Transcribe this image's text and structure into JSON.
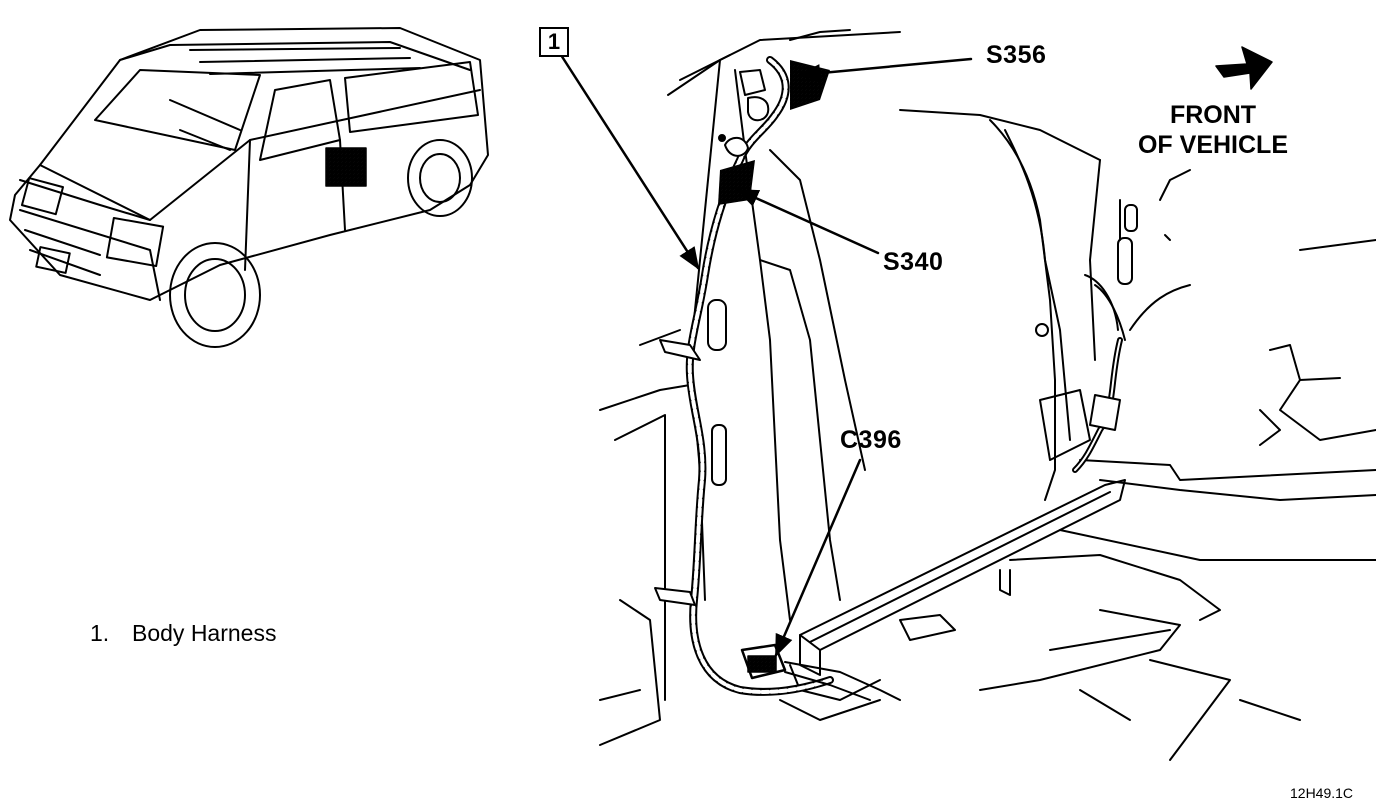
{
  "diagram": {
    "callout_box": "1",
    "labels": {
      "s356": "S356",
      "s340": "S340",
      "c396": "C396"
    },
    "direction": {
      "line1": "FRONT",
      "line2": "OF VEHICLE"
    },
    "legend": [
      {
        "number": "1.",
        "text": "Body Harness"
      }
    ],
    "figure_id": "12H49.1C"
  }
}
